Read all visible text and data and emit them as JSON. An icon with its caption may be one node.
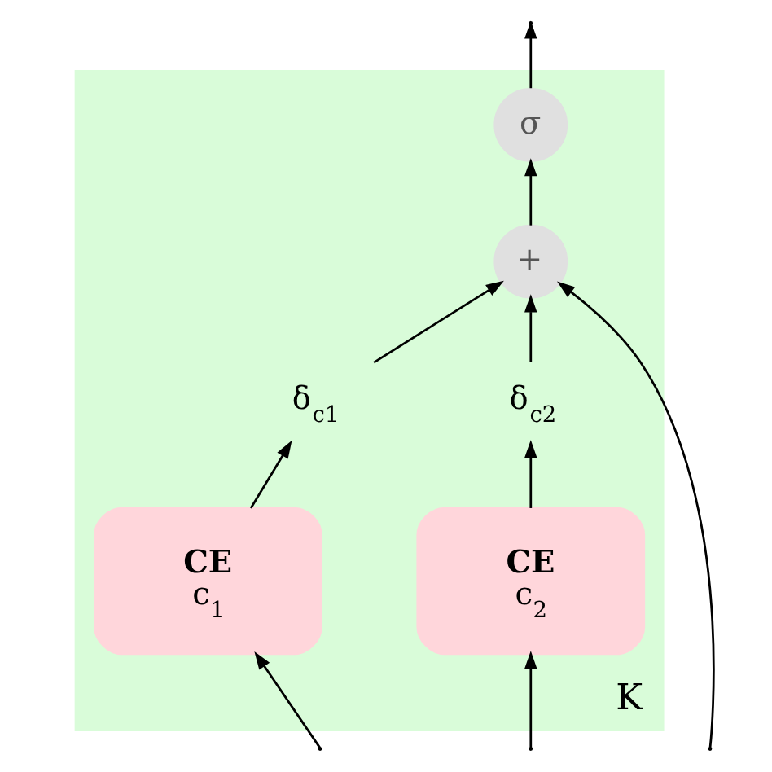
{
  "diagram": {
    "nodes": [
      {
        "text": [
          "K"
        ]
      },
      {
        "text": [
          "σ"
        ],
        "in": 0
      },
      {
        "text": [
          "+"
        ],
        "in": 0
      },
      {
        "text": [
          "δ$_{c1}$"
        ],
        "in": 0
      },
      {
        "text": [
          "δ$_{c2}$"
        ],
        "in": 0
      },
      {
        "text": [
          "CE",
          "c$_{1}$"
        ],
        "in": 0
      },
      {
        "text": [
          "CE",
          "c$_{2}$"
        ],
        "in": 0
      }
    ],
    "edges": [
      {
        "from": null,
        "to": 5,
        "arrow": "to"
      },
      {
        "from": null,
        "to": 6,
        "arrow": "to"
      },
      {
        "from": null,
        "to": 2,
        "arrow": "to"
      },
      {
        "from": 5,
        "to": 3,
        "arrow": "to"
      },
      {
        "from": 6,
        "to": 4,
        "arrow": "to"
      },
      {
        "from": 3,
        "to": 2,
        "arrow": "to"
      },
      {
        "from": 4,
        "to": 2,
        "arrow": "to"
      },
      {
        "from": 2,
        "to": 1,
        "arrow": "to"
      },
      {
        "from": 1,
        "to": null,
        "arrow": "to"
      }
    ]
  }
}
